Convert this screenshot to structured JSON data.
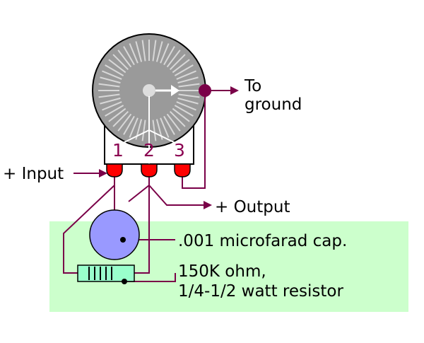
{
  "labels": {
    "to_ground_line1": "To",
    "to_ground_line2": "ground",
    "input": "+ Input",
    "output": "+ Output",
    "capacitor": ".001 microfarad cap.",
    "resistor_line1": "150K ohm,",
    "resistor_line2": "1/4-1/2 watt resistor"
  },
  "pins": [
    "1",
    "2",
    "3"
  ],
  "colors": {
    "wire": "#7a0048",
    "pot_face": "#9a9a9a",
    "pot_ticks": "#d8d8d8",
    "lug": "#ff0000",
    "capacitor": "#9999ff",
    "resistor": "#99ffcc",
    "component_area": "#ccffcc"
  }
}
